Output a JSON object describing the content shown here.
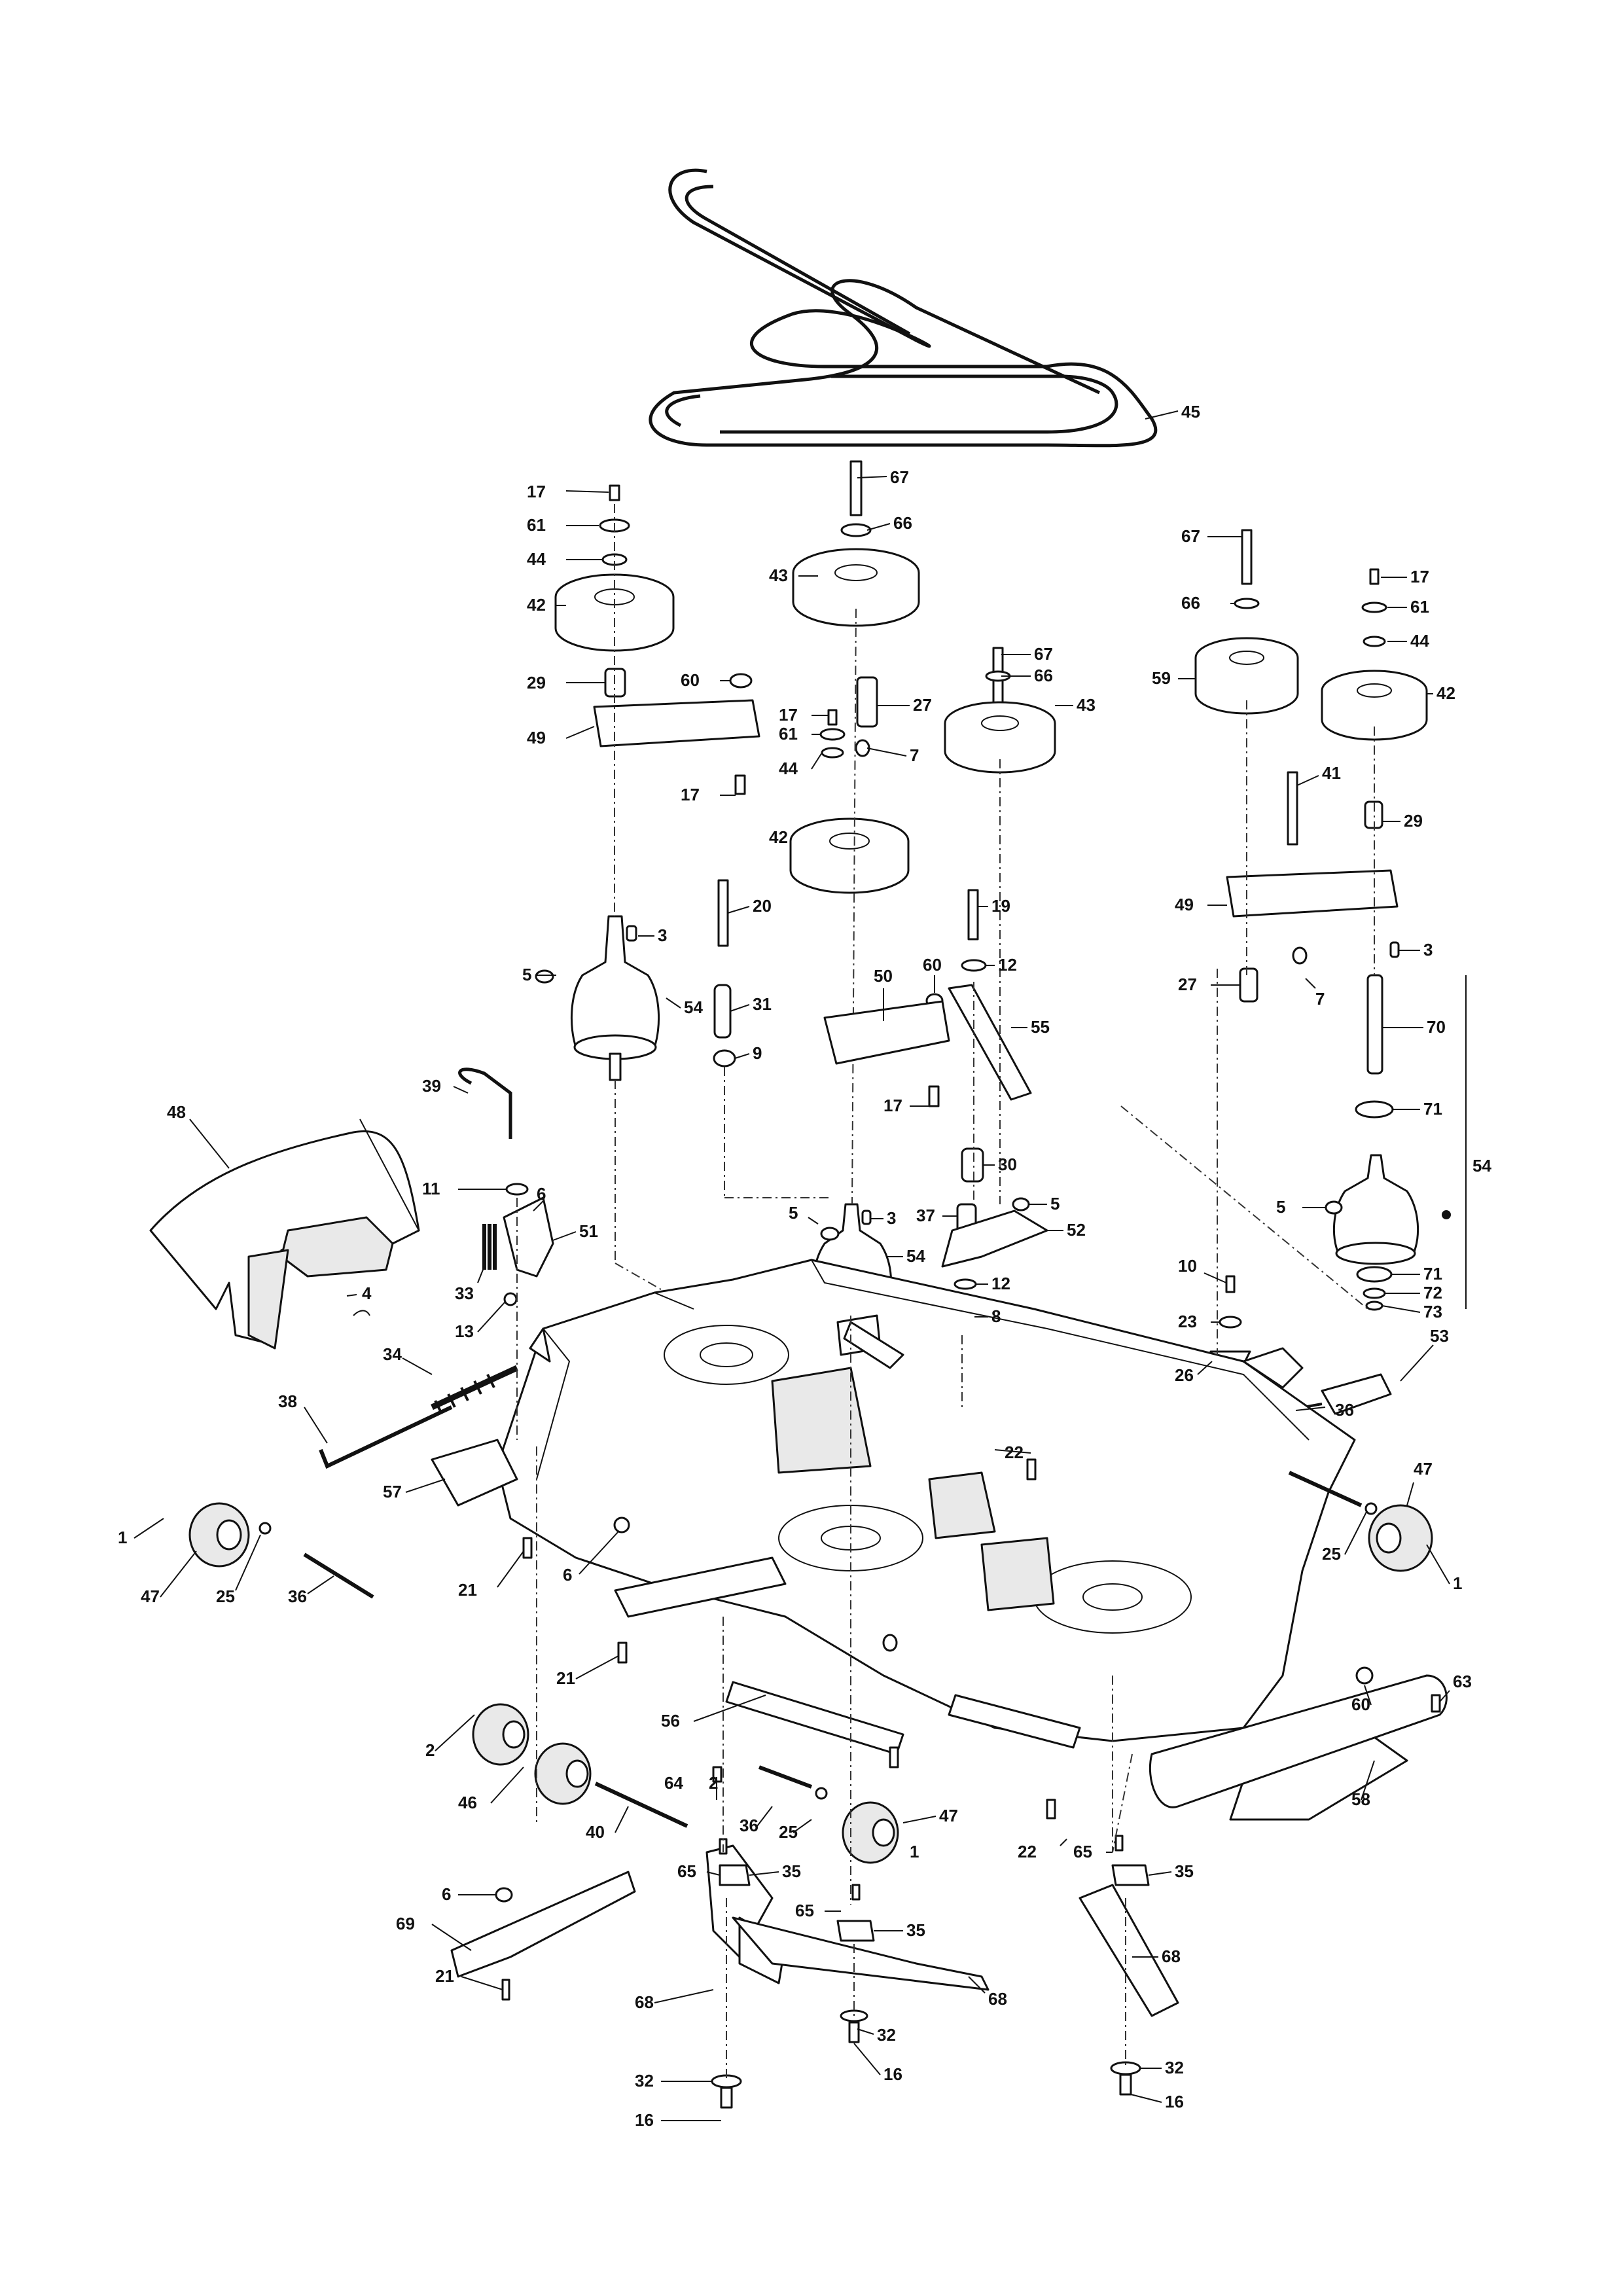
{
  "callouts": {
    "c45": "45",
    "c67a": "67",
    "c66a": "66",
    "c43a": "43",
    "c17a": "17",
    "c61a": "61",
    "c44a": "44",
    "c42a": "42",
    "c29a": "29",
    "c60a": "60",
    "c49a": "49",
    "c17b": "17",
    "c17c": "17",
    "c61b": "61",
    "c44b": "44",
    "c27a": "27",
    "c7a": "7",
    "c67b": "67",
    "c66b": "66",
    "c43b": "43",
    "c67c": "67",
    "c66c": "66",
    "c59": "59",
    "c17d": "17",
    "c61c": "61",
    "c44c": "44",
    "c42b": "42",
    "c41": "41",
    "c29b": "29",
    "c49b": "49",
    "c3a": "3",
    "c27b": "27",
    "c7b": "7",
    "c70": "70",
    "c71a": "71",
    "c5a": "5",
    "c54a": "54",
    "c71b": "71",
    "c72": "72",
    "c73": "73",
    "c42c": "42",
    "c20": "20",
    "c31": "31",
    "c9": "9",
    "c19": "19",
    "c60b": "60",
    "c12a": "12",
    "c50": "50",
    "c55": "55",
    "c17e": "17",
    "c3b": "3",
    "c5b": "5",
    "c54b": "54",
    "c3c": "3",
    "c5c": "5",
    "c54c": "54",
    "c37": "37",
    "c30": "30",
    "c5d": "5",
    "c52": "52",
    "c12b": "12",
    "c8": "8",
    "c10": "10",
    "c23": "23",
    "c26": "26",
    "c53": "53",
    "c48": "48",
    "c4": "4",
    "c39": "39",
    "c11": "11",
    "c6a": "6",
    "c51": "51",
    "c33": "33",
    "c13": "13",
    "c34": "34",
    "c38": "38",
    "c1a": "1",
    "c47a": "47",
    "c25a": "25",
    "c36a": "36",
    "c57": "57",
    "c21a": "21",
    "c6b": "6",
    "c22a": "22",
    "c36b": "36",
    "c47b": "47",
    "c25b": "25",
    "c1b": "1",
    "c21b": "21",
    "c56": "56",
    "c60c": "60",
    "c63": "63",
    "c58": "58",
    "c2a": "2",
    "c46": "46",
    "c40": "40",
    "c64": "64",
    "c2b": "2",
    "c36c": "36",
    "c25c": "25",
    "c47c": "47",
    "c1c": "1",
    "c65a": "65",
    "c35a": "35",
    "c22b": "22",
    "c65b": "65",
    "c35b": "35",
    "c65c": "65",
    "c35c": "35",
    "c6c": "6",
    "c69": "69",
    "c21c": "21",
    "c68a": "68",
    "c68b": "68",
    "c68c": "68",
    "c32a": "32",
    "c32b": "32",
    "c32c": "32",
    "c16a": "16",
    "c16b": "16",
    "c16c": "16"
  }
}
